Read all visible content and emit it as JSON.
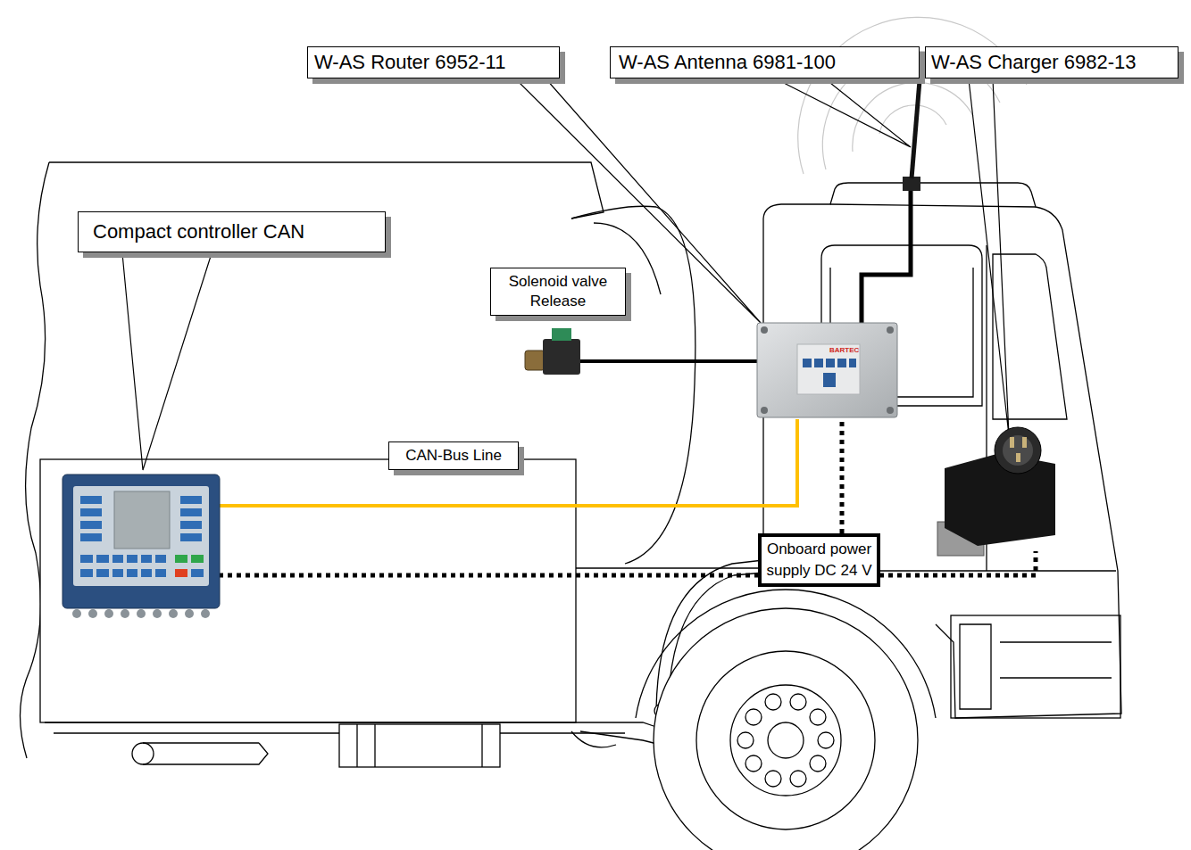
{
  "diagram": {
    "nodes": [
      {
        "text": [
          "W-AS Router 6952-11"
        ]
      },
      {
        "text": [
          "W-AS Antenna 6981-100"
        ]
      },
      {
        "text": [
          "W-AS Charger 6982-13"
        ]
      },
      {
        "text": [
          "Compact controller CAN"
        ]
      },
      {
        "text": [
          "Solenoid valve Release"
        ]
      },
      {
        "text": [
          "CAN-Bus Line"
        ]
      },
      {
        "text": [
          "Onboard power supply DC 24 V"
        ]
      }
    ],
    "labels": [
      "BARTEC"
    ]
  }
}
